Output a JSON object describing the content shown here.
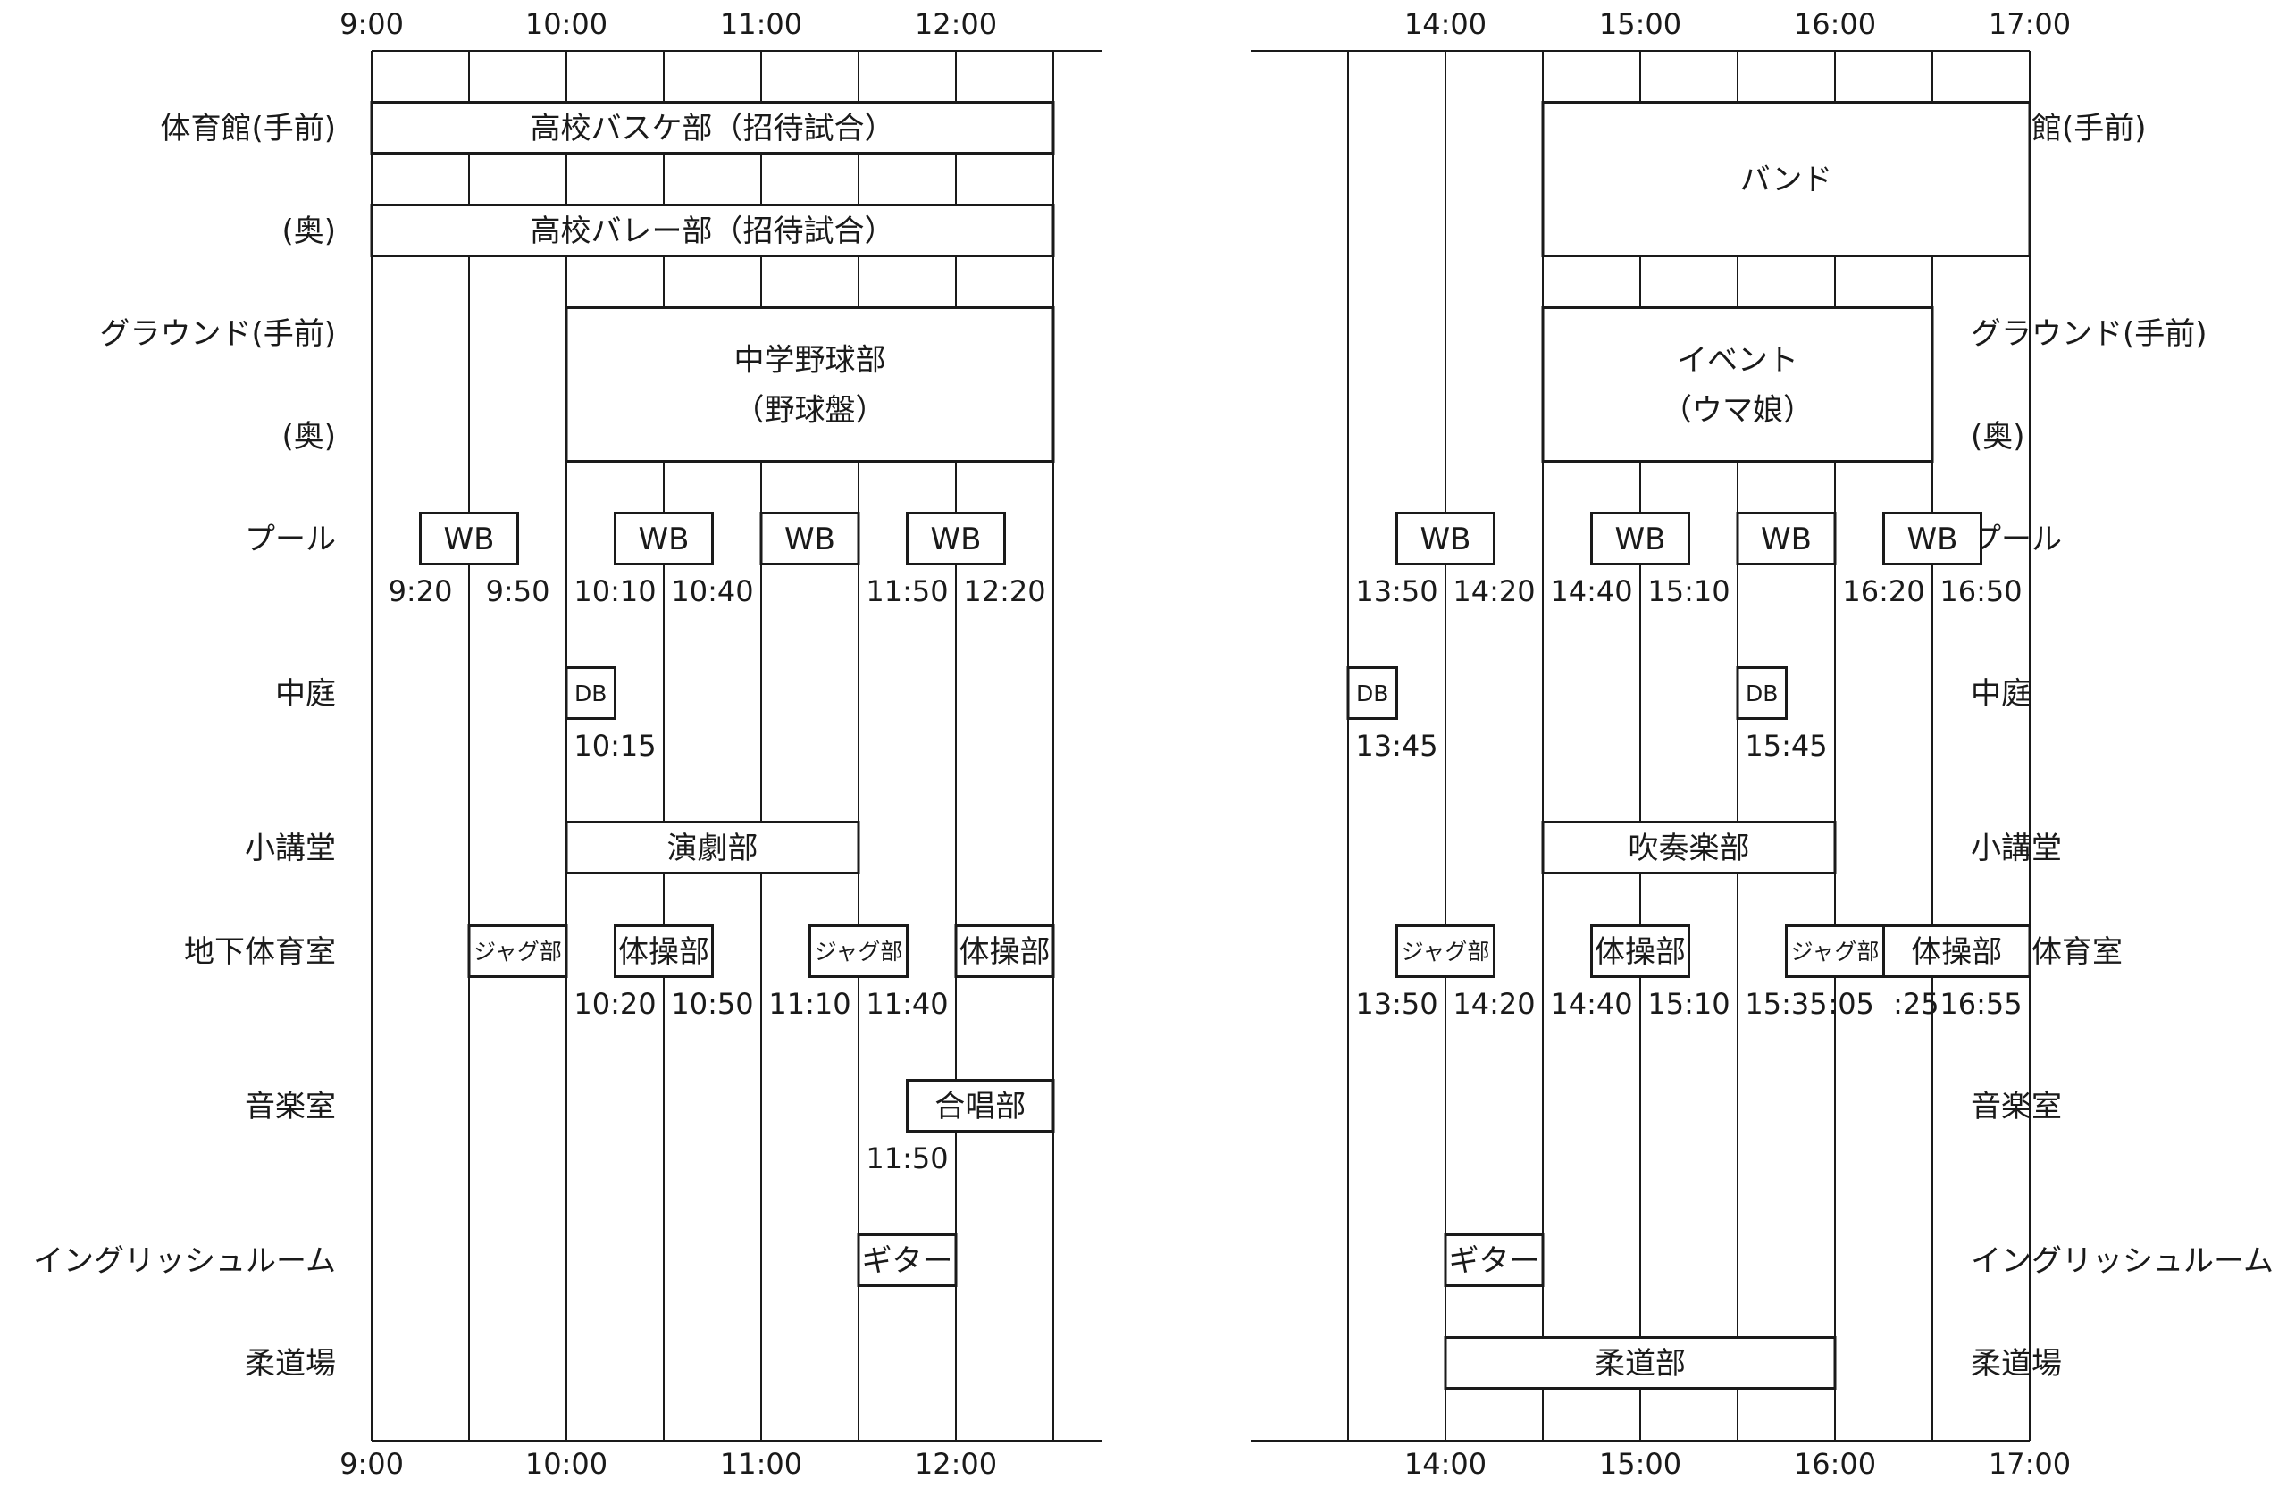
{
  "colors": {
    "line": "#1a1a1a",
    "box_fill": "#ffffff",
    "background": "#ffffff"
  },
  "rooms": [
    "体育館(手前)",
    "(奥)",
    "グラウンド(手前)",
    "(奥)",
    "プール",
    "中庭",
    "小講堂",
    "地下体育室",
    "音楽室",
    "イングリッシュルーム",
    "柔道場"
  ],
  "panels": [
    {
      "name": "morning",
      "time_start": "9:00",
      "time_end": "12:30",
      "axis_extends_to": "12:45",
      "grid_times": [
        "9:00",
        "9:30",
        "10:00",
        "10:30",
        "11:00",
        "11:30",
        "12:00",
        "12:30"
      ],
      "tick_labels": [
        "9:00",
        "10:00",
        "11:00",
        "12:00"
      ],
      "room_label_side": "left",
      "events": [
        {
          "row": 0,
          "row_end": 0,
          "start": "9:00",
          "end": "12:30",
          "label": "高校バスケ部（招待試合）"
        },
        {
          "row": 1,
          "row_end": 1,
          "start": "9:00",
          "end": "12:30",
          "label": "高校バレー部（招待試合）"
        },
        {
          "row": 2,
          "row_end": 3,
          "start": "10:00",
          "end": "12:30",
          "label": "中学野球部",
          "label2": "（野球盤）"
        },
        {
          "row": 4,
          "row_end": 4,
          "start": "9:15",
          "end": "9:45",
          "label": "WB"
        },
        {
          "row": 4,
          "row_end": 4,
          "start": "10:15",
          "end": "10:45",
          "label": "WB"
        },
        {
          "row": 4,
          "row_end": 4,
          "start": "11:00",
          "end": "11:30",
          "label": "WB"
        },
        {
          "row": 4,
          "row_end": 4,
          "start": "11:45",
          "end": "12:15",
          "label": "WB"
        },
        {
          "row": 5,
          "row_end": 5,
          "start": "10:00",
          "end": "10:15",
          "label": "DB",
          "small": true
        },
        {
          "row": 6,
          "row_end": 6,
          "start": "10:00",
          "end": "11:30",
          "label": "演劇部"
        },
        {
          "row": 7,
          "row_end": 7,
          "start": "9:30",
          "end": "10:00",
          "label": "ジャグ部",
          "small": true
        },
        {
          "row": 7,
          "row_end": 7,
          "start": "10:15",
          "end": "10:45",
          "label": "体操部"
        },
        {
          "row": 7,
          "row_end": 7,
          "start": "11:15",
          "end": "11:45",
          "label": "ジャグ部",
          "small": true
        },
        {
          "row": 7,
          "row_end": 7,
          "start": "12:00",
          "end": "12:30",
          "label": "体操部"
        },
        {
          "row": 8,
          "row_end": 8,
          "start": "11:45",
          "end": "12:30",
          "label": "合唱部"
        },
        {
          "row": 9,
          "row_end": 9,
          "start": "11:30",
          "end": "12:00",
          "label": "ギター"
        }
      ],
      "time_notes": [
        {
          "row": 4,
          "at": "9:15",
          "text": "9:20"
        },
        {
          "row": 4,
          "at": "9:45",
          "text": "9:50"
        },
        {
          "row": 4,
          "at": "10:15",
          "text": "10:10"
        },
        {
          "row": 4,
          "at": "10:45",
          "text": "10:40"
        },
        {
          "row": 4,
          "at": "11:45",
          "text": "11:50"
        },
        {
          "row": 4,
          "at": "12:15",
          "text": "12:20"
        },
        {
          "row": 5,
          "at": "10:15",
          "text": "10:15"
        },
        {
          "row": 7,
          "at": "10:15",
          "text": "10:20"
        },
        {
          "row": 7,
          "at": "10:45",
          "text": "10:50"
        },
        {
          "row": 7,
          "at": "11:15",
          "text": "11:10"
        },
        {
          "row": 7,
          "at": "11:45",
          "text": "11:40"
        },
        {
          "row": 8,
          "at": "11:45",
          "text": "11:50"
        }
      ]
    },
    {
      "name": "afternoon",
      "time_start": "13:00",
      "time_end": "17:00",
      "axis_extends_to": "17:00",
      "grid_times": [
        "13:30",
        "14:00",
        "14:30",
        "15:00",
        "15:30",
        "16:00",
        "16:30",
        "17:00"
      ],
      "tick_labels": [
        "14:00",
        "15:00",
        "16:00",
        "17:00"
      ],
      "room_label_side": "right",
      "events": [
        {
          "row": 0,
          "row_end": 1,
          "start": "14:30",
          "end": "17:00",
          "label": "バンド"
        },
        {
          "row": 2,
          "row_end": 3,
          "start": "14:30",
          "end": "16:30",
          "label": "イベント",
          "label2": "（ウマ娘）"
        },
        {
          "row": 4,
          "row_end": 4,
          "start": "13:45",
          "end": "14:15",
          "label": "WB"
        },
        {
          "row": 4,
          "row_end": 4,
          "start": "14:45",
          "end": "15:15",
          "label": "WB"
        },
        {
          "row": 4,
          "row_end": 4,
          "start": "15:30",
          "end": "16:00",
          "label": "WB"
        },
        {
          "row": 4,
          "row_end": 4,
          "start": "16:15",
          "end": "16:45",
          "label": "WB"
        },
        {
          "row": 5,
          "row_end": 5,
          "start": "13:30",
          "end": "13:45",
          "label": "DB",
          "small": true
        },
        {
          "row": 5,
          "row_end": 5,
          "start": "15:30",
          "end": "15:45",
          "label": "DB",
          "small": true
        },
        {
          "row": 6,
          "row_end": 6,
          "start": "14:30",
          "end": "16:00",
          "label": "吹奏楽部"
        },
        {
          "row": 7,
          "row_end": 7,
          "start": "13:45",
          "end": "14:15",
          "label": "ジャグ部",
          "small": true
        },
        {
          "row": 7,
          "row_end": 7,
          "start": "14:45",
          "end": "15:15",
          "label": "体操部"
        },
        {
          "row": 7,
          "row_end": 7,
          "start": "15:45",
          "end": "16:15",
          "label": "ジャグ部",
          "small": true
        },
        {
          "row": 7,
          "row_end": 7,
          "start": "16:15",
          "end": "17:00",
          "label": "体操部"
        },
        {
          "row": 9,
          "row_end": 9,
          "start": "14:00",
          "end": "14:30",
          "label": "ギター"
        },
        {
          "row": 10,
          "row_end": 10,
          "start": "14:00",
          "end": "16:00",
          "label": "柔道部"
        }
      ],
      "time_notes": [
        {
          "row": 4,
          "at": "13:45",
          "text": "13:50"
        },
        {
          "row": 4,
          "at": "14:15",
          "text": "14:20"
        },
        {
          "row": 4,
          "at": "14:45",
          "text": "14:40"
        },
        {
          "row": 4,
          "at": "15:15",
          "text": "15:10"
        },
        {
          "row": 4,
          "at": "16:15",
          "text": "16:20"
        },
        {
          "row": 4,
          "at": "16:45",
          "text": "16:50"
        },
        {
          "row": 5,
          "at": "13:45",
          "text": "13:45"
        },
        {
          "row": 5,
          "at": "15:45",
          "text": "15:45"
        },
        {
          "row": 7,
          "at": "13:45",
          "text": "13:50"
        },
        {
          "row": 7,
          "at": "14:15",
          "text": "14:20"
        },
        {
          "row": 7,
          "at": "14:45",
          "text": "14:40"
        },
        {
          "row": 7,
          "at": "15:15",
          "text": "15:10"
        },
        {
          "row": 7,
          "at": "15:45",
          "text": "15:35"
        },
        {
          "row": 7,
          "at": "16:05",
          "text": ":05"
        },
        {
          "row": 7,
          "at": "16:25",
          "text": ":25"
        },
        {
          "row": 7,
          "at": "16:45",
          "text": "16:55"
        }
      ]
    }
  ]
}
